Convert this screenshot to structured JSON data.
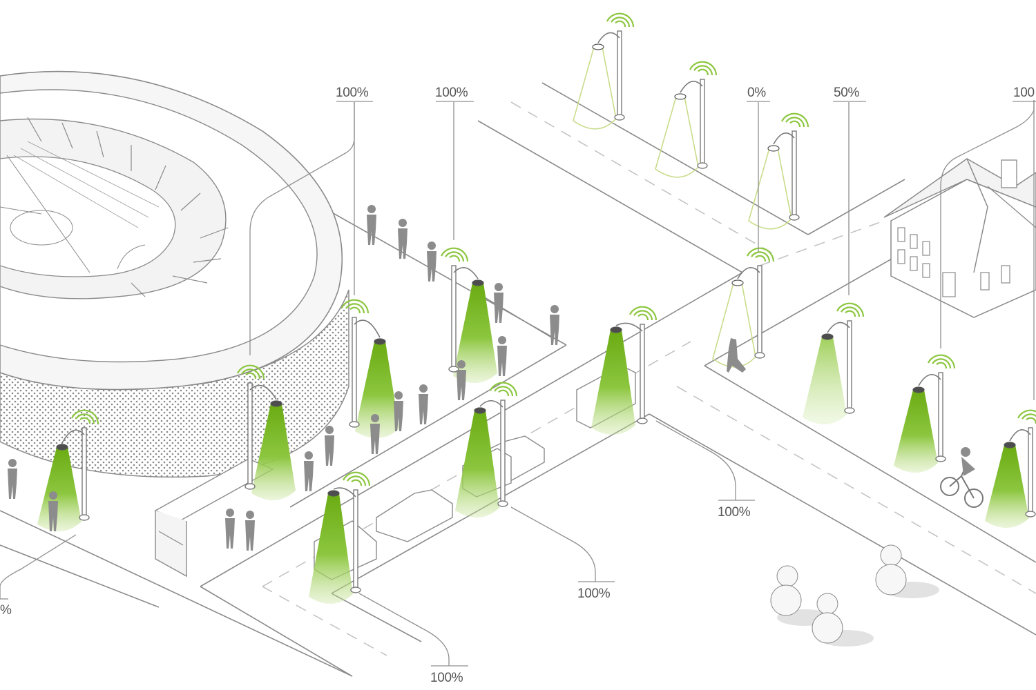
{
  "diagram": {
    "callouts": [
      {
        "id": "c1",
        "label": "100%"
      },
      {
        "id": "c2",
        "label": "100%"
      },
      {
        "id": "c3",
        "label": "0%"
      },
      {
        "id": "c4",
        "label": "50%"
      },
      {
        "id": "c5",
        "label": "100"
      },
      {
        "id": "c6",
        "label": "100%"
      },
      {
        "id": "c7",
        "label": "100%"
      },
      {
        "id": "c8",
        "label": "100%"
      },
      {
        "id": "c9",
        "label": "%"
      }
    ],
    "colors": {
      "light_on": "#7cb518",
      "light_off": "#c8dc8a",
      "linework": "#8a8a8a",
      "people": "#8c8c8c",
      "background": "#ffffff"
    },
    "icons": [
      "streetlight-icon",
      "wifi-signal-icon",
      "stadium-icon",
      "house-icon",
      "car-icon",
      "tree-icon",
      "person-icon",
      "bicycle-icon",
      "bus-shelter-icon",
      "dog-icon"
    ]
  }
}
